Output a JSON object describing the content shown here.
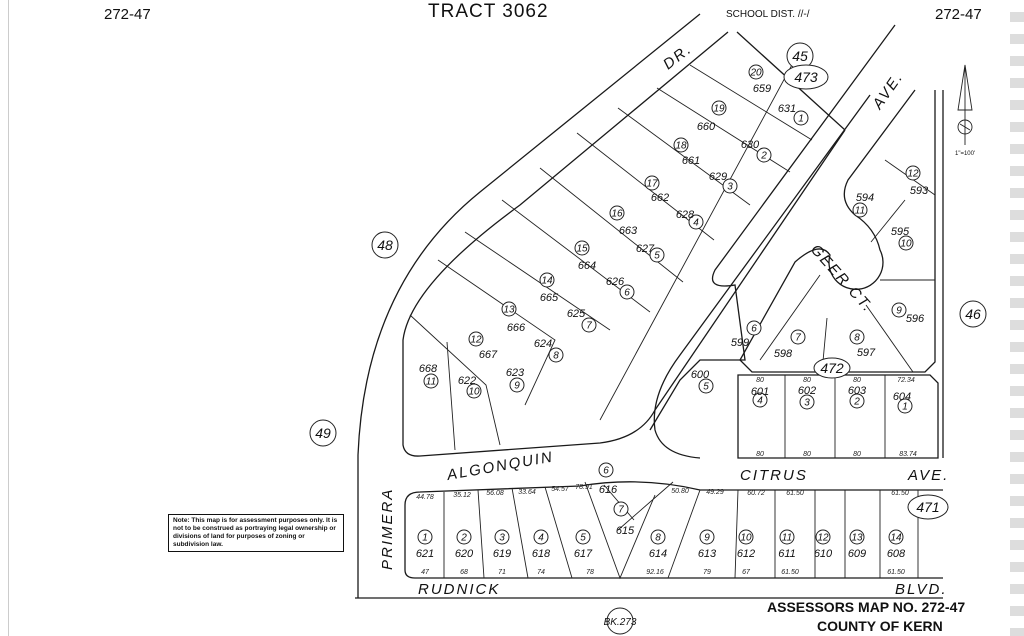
{
  "header": {
    "map_no_left": "272-47",
    "map_no_right": "272-47",
    "tract": "TRACT 3062",
    "school_district": "SCHOOL DIST. //-/"
  },
  "footer": {
    "assessors_map": "ASSESSORS MAP NO. 272-47",
    "county": "COUNTY OF KERN",
    "book": "BK.273"
  },
  "note": "Note: This map is for assessment purposes only. It is not to be construed as portraying legal ownership or divisions of land for purposes of zoning or subdivision law.",
  "scale": "1\"=100'",
  "north_arrow_icon": "north-arrow-icon",
  "streets": {
    "dr": "DR.",
    "ave": "AVE.",
    "geer_ct": "GEER CT.",
    "algonquin": "ALGONQUIN",
    "citrus": "CITRUS",
    "citrus_ave": "AVE.",
    "primera": "PRIMERA",
    "rudnick": "RUDNICK",
    "blvd": "BLVD."
  },
  "page_refs": [
    "45",
    "473",
    "48",
    "49",
    "46",
    "472",
    "471"
  ],
  "blocks": {
    "473": [
      {
        "lot": "20",
        "parcel": "659"
      },
      {
        "lot": "1",
        "parcel": "631"
      },
      {
        "lot": "19",
        "parcel": "660"
      },
      {
        "lot": "2",
        "parcel": "630"
      },
      {
        "lot": "18",
        "parcel": "661"
      },
      {
        "lot": "3",
        "parcel": "629"
      },
      {
        "lot": "17",
        "parcel": "662"
      },
      {
        "lot": "4",
        "parcel": "628"
      },
      {
        "lot": "16",
        "parcel": "663"
      },
      {
        "lot": "5",
        "parcel": "627"
      },
      {
        "lot": "15",
        "parcel": "664"
      },
      {
        "lot": "6",
        "parcel": "626"
      },
      {
        "lot": "14",
        "parcel": "665"
      },
      {
        "lot": "7",
        "parcel": "625"
      },
      {
        "lot": "13",
        "parcel": "666"
      },
      {
        "lot": "8",
        "parcel": "624"
      },
      {
        "lot": "12",
        "parcel": "667"
      },
      {
        "lot": "9",
        "parcel": "623"
      },
      {
        "lot": "11",
        "parcel": "668"
      },
      {
        "lot": "10",
        "parcel": "622"
      }
    ],
    "472": [
      {
        "lot": "12",
        "parcel": "593"
      },
      {
        "lot": "11",
        "parcel": "594"
      },
      {
        "lot": "10",
        "parcel": "595"
      },
      {
        "lot": "9",
        "parcel": "596"
      },
      {
        "lot": "8",
        "parcel": "597"
      },
      {
        "lot": "7",
        "parcel": "598"
      },
      {
        "lot": "6",
        "parcel": "599"
      },
      {
        "lot": "5",
        "parcel": "600"
      },
      {
        "lot": "4",
        "parcel": "601"
      },
      {
        "lot": "3",
        "parcel": "602"
      },
      {
        "lot": "2",
        "parcel": "603"
      },
      {
        "lot": "1",
        "parcel": "604"
      }
    ],
    "471": [
      {
        "lot": "1",
        "parcel": "621"
      },
      {
        "lot": "2",
        "parcel": "620"
      },
      {
        "lot": "3",
        "parcel": "619"
      },
      {
        "lot": "4",
        "parcel": "618"
      },
      {
        "lot": "5",
        "parcel": "617"
      },
      {
        "lot": "6",
        "parcel": "616"
      },
      {
        "lot": "7",
        "parcel": "615"
      },
      {
        "lot": "8",
        "parcel": "614"
      },
      {
        "lot": "9",
        "parcel": "613"
      },
      {
        "lot": "10",
        "parcel": "612"
      },
      {
        "lot": "11",
        "parcel": "611"
      },
      {
        "lot": "12",
        "parcel": "610"
      },
      {
        "lot": "13",
        "parcel": "609"
      },
      {
        "lot": "14",
        "parcel": "608"
      }
    ]
  },
  "dimensions": {
    "block471_front": [
      "44.78",
      "35.12",
      "56.08",
      "33.64",
      "54.57",
      "78.91",
      "50.80",
      "49.29",
      "60.72",
      "61.50",
      "61.50"
    ],
    "block471_rear": [
      "47",
      "68",
      "71",
      "74",
      "78",
      "92.16",
      "79",
      "67",
      "61.50",
      "61.50"
    ],
    "block472_front": [
      "80",
      "80",
      "80",
      "72.34"
    ],
    "block472_rear": [
      "80",
      "80",
      "80",
      "83.74"
    ]
  }
}
